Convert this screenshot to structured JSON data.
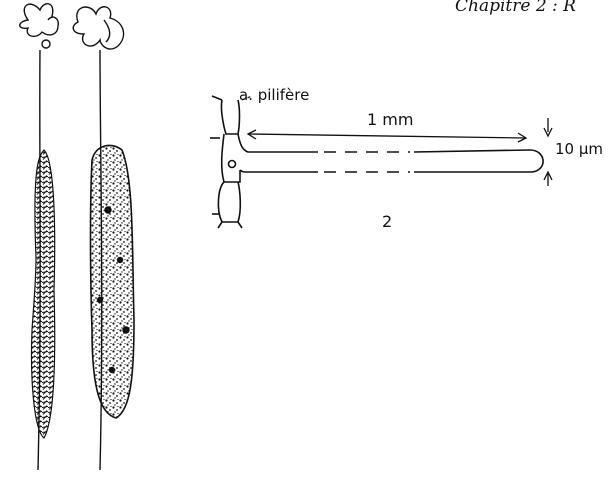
{
  "header": {
    "running_title": "Chapitre 2 : R"
  },
  "figure": {
    "figure_number": "2",
    "cell_label": "a. pilifère",
    "length_label": "1 mm",
    "width_label": "10 µm"
  },
  "colors": {
    "ink": "#111111",
    "paper": "#ffffff"
  }
}
